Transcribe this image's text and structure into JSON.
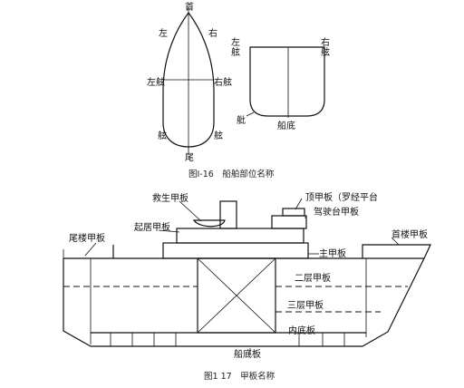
{
  "fig1": {
    "bow": "首",
    "port": "左",
    "starboard": "右",
    "port_side": "左舷",
    "starboard_side": "右舷",
    "port_quarter": "舷",
    "starboard_quarter": "舷",
    "stern": "尾"
  },
  "fig2": {
    "port_top1": "左",
    "port_top2": "舷",
    "starboard_top1": "右",
    "starboard_top2": "舷",
    "bilge": "舭",
    "bottom": "船底"
  },
  "caption1": "图I-16　船舶部位名称",
  "fig3": {
    "lifeboat_deck": "救生甲板",
    "compass_deck": "顶甲板（罗经平台",
    "bridge_deck": "驾驶台甲板",
    "poop_deck_upper": "起居甲板",
    "poop_deck": "尾楼甲板",
    "forecastle_deck": "首楼甲板",
    "main_deck": "主甲板",
    "second_deck": "二层甲板",
    "third_deck": "三层甲板",
    "inner_bottom": "内底板",
    "bottom_plate": "船底板"
  },
  "caption2": "图1 17　甲板名称"
}
